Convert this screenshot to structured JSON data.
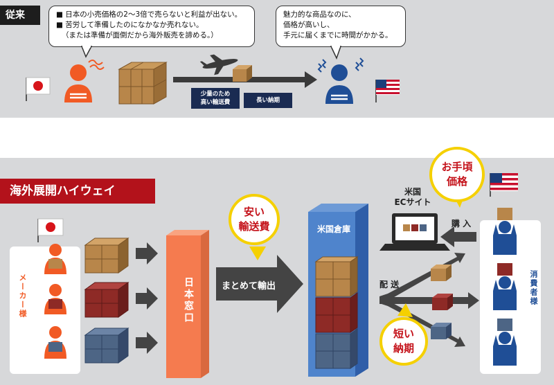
{
  "top": {
    "tag": "従来",
    "bubble_left_lines": [
      "■ 日本の小売価格の2～3倍で売らないと利益が出ない。",
      "■ 苦労して準備したのになかなか売れない。",
      "（または準備が面倒だから海外販売を諦める。）"
    ],
    "bubble_right_lines": [
      "魅力的な商品なのに、",
      "価格が高いし、",
      "手元に届くまでに時間がかかる。"
    ],
    "label_cost": [
      "少量のため",
      "高い輸送費"
    ],
    "label_time": "長い納期"
  },
  "bottom": {
    "banner": "海外展開ハイウェイ",
    "makers_label": "メーカー様",
    "japan_window": "日本窓口",
    "callout_cheap": [
      "安い",
      "輸送費"
    ],
    "bulk_export": "まとめて輸出",
    "warehouse": "米国倉庫",
    "ec_site": [
      "米国",
      "ECサイト"
    ],
    "purchase": "購 入",
    "callout_price": [
      "お手頃",
      "価格"
    ],
    "delivery": "配 送",
    "callout_short": [
      "短い",
      "納期"
    ],
    "consumers_label": "消費者様"
  },
  "colors": {
    "panel": "#d7d8da",
    "banner_red": "#b3121b",
    "orange": "#f15a24",
    "blue": "#1f4e96",
    "navy": "#1a2b52",
    "yellow": "#f5d000",
    "box_tan": "#b8864a",
    "box_red": "#8e2a26",
    "box_slate": "#4d6585"
  }
}
